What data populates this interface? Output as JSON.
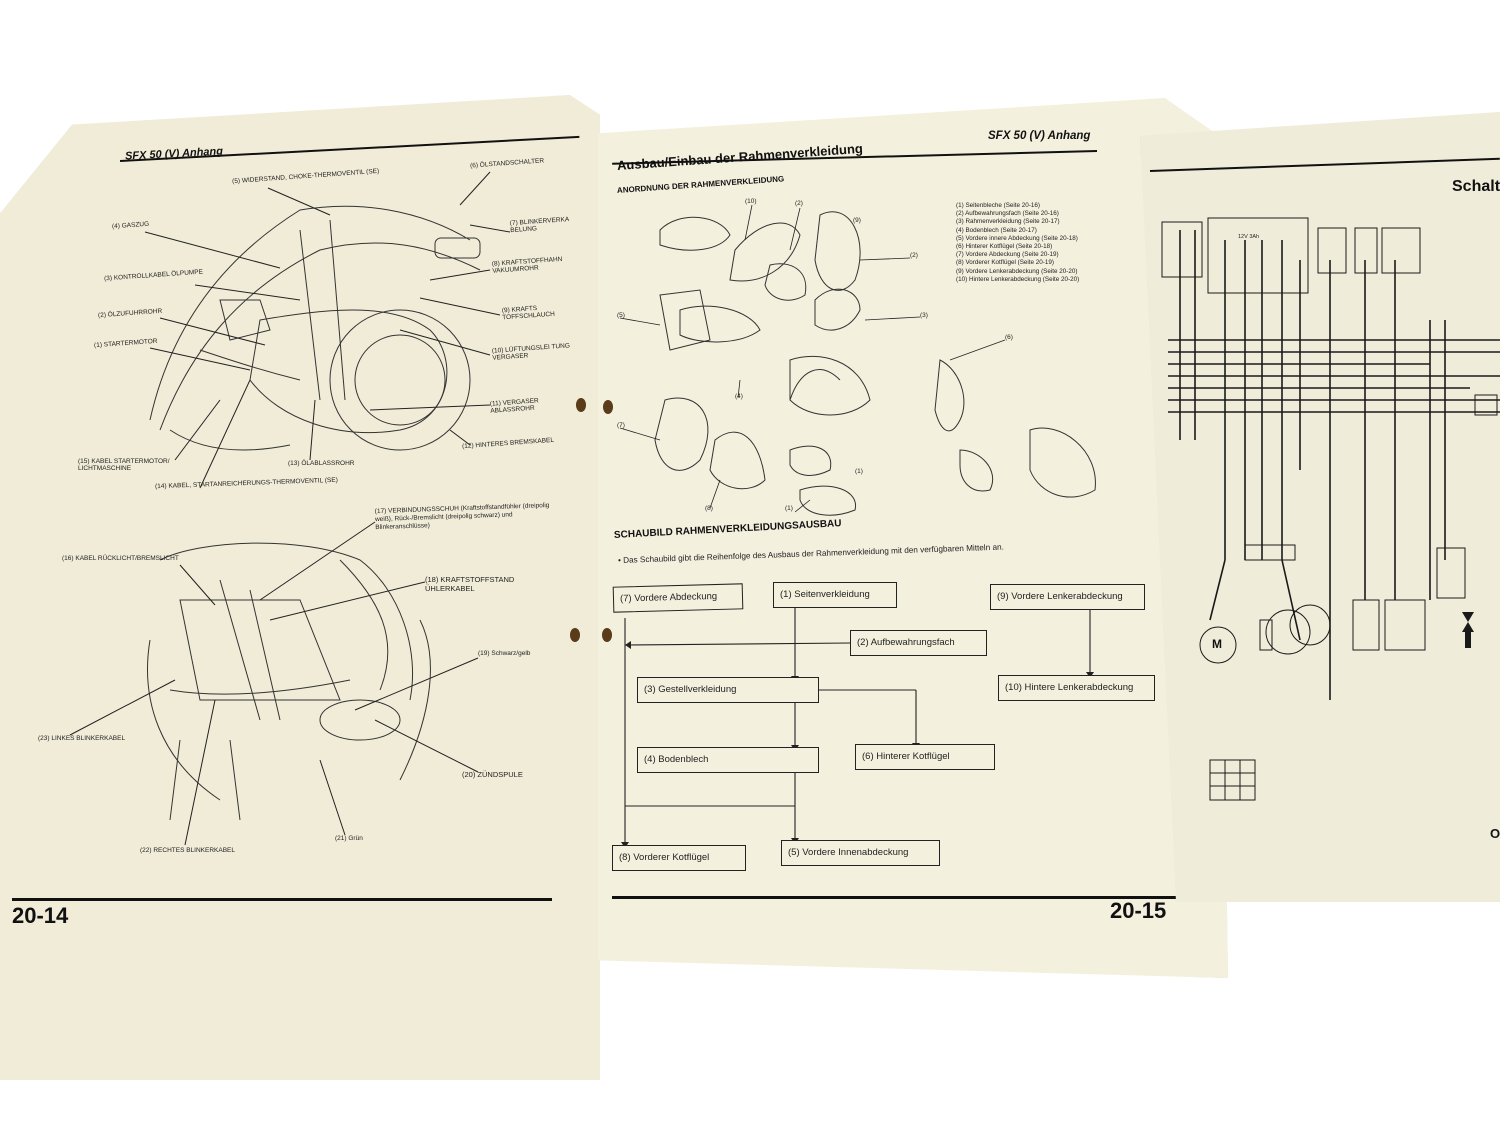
{
  "left_page": {
    "header": "SFX 50 (V) Anhang",
    "page_number": "20-14",
    "top_labels": [
      "(5) WIDERSTAND, CHOKE-THERMOVENTIL (SE)",
      "(6) ÖLSTANDSCHALTER",
      "(4) GASZUG",
      "(7) BLINKERVERKA BELUNG",
      "(8) KRAFTSTOFFHAHN VAKUUMROHR",
      "(3) KONTROLLKABEL ÖLPUMPE",
      "(2) ÖLZUFUHRROHR",
      "(9) KRAFTS TOFFSCHLAUCH",
      "(1) STARTERMOTOR",
      "(10) LÜFTUNGSLEI TUNG VERGASER",
      "(11) VERGASER ABLASSROHR",
      "(12) HINTERES BREMSKABEL",
      "(15) KABEL STARTERMOTOR/ LICHTMASCHINE",
      "(13) ÖLABLASSROHR",
      "(14) KABEL, STARTANREICHERUNGS-THERMOVENTIL (SE)"
    ],
    "bottom_labels": [
      "(17) VERBINDUNGSSCHUH (Kraftstoffstandfühler (dreipolig weiß), Rück-/Bremslicht (dreipolig schwarz) und Blinkeranschlüsse)",
      "(16) KABEL RÜCKLICHT/BREMSLICHT",
      "(18) KRAFTSTOFFSTAND ÜHLERKABEL",
      "(19) Schwarz/gelb",
      "(23) LINKES BLINKERKABEL",
      "(20) ZÜNDSPULE",
      "(21) Grün",
      "(22) RECHTES BLINKERKABEL"
    ]
  },
  "right_page": {
    "header": "SFX 50 (V) Anhang",
    "title": "Ausbau/Einbau der Rahmenverkleidung",
    "subtitle": "ANORDNUNG DER RAHMENVERKLEIDUNG",
    "legend": [
      "(1) Seitenbleche (Seite 20-16)",
      "(2) Aufbewahrungsfach (Seite 20-16)",
      "(3) Rahmenverkleidung (Seite 20-17)",
      "(4) Bodenblech (Seite 20-17)",
      "(5) Vordere innere Abdeckung (Seite 20-18)",
      "(6) Hinterer Kotflügel (Seite 20-18)",
      "(7) Vordere Abdeckung (Seite 20-19)",
      "(8) Vorderer Kotflügel (Seite 20-19)",
      "(9) Vordere Lenkerabdeckung (Seite 20-20)",
      "(10) Hintere Lenkerabdeckung (Seite 20-20)"
    ],
    "callouts": [
      "(10)",
      "(2)",
      "(9)",
      "(2)",
      "(5)",
      "(3)",
      "(4)",
      "(6)",
      "(7)",
      "(8)",
      "(1)",
      "(1)"
    ],
    "flow_title": "SCHAUBILD RAHMENVERKLEIDUNGSAUSBAU",
    "flow_intro": "• Das Schaubild gibt die Reihenfolge des Ausbaus der Rahmenverkleidung mit den verfügbaren Mitteln an.",
    "flow_boxes": {
      "b7": "(7) Vordere Abdeckung",
      "b1": "(1) Seitenverkleidung",
      "b9": "(9) Vordere Lenkerabdeckung",
      "b2": "(2) Aufbewahrungsfach",
      "b10": "(10) Hintere Lenkerabdeckung",
      "b3": "(3) Gestellverkleidung",
      "b4": "(4) Bodenblech",
      "b6": "(6) Hinterer Kotflügel",
      "b8": "(8) Vorderer Kotflügel",
      "b5": "(5) Vordere Innenabdeckung"
    },
    "page_number": "20-15"
  },
  "third_page": {
    "title": "Schalt",
    "motor_label": "M",
    "corner_text": "O",
    "battery_label": "12V 3Ah"
  },
  "colors": {
    "paper": "#f3efdc",
    "ink": "#111111",
    "hole": "#5a3b1a"
  }
}
